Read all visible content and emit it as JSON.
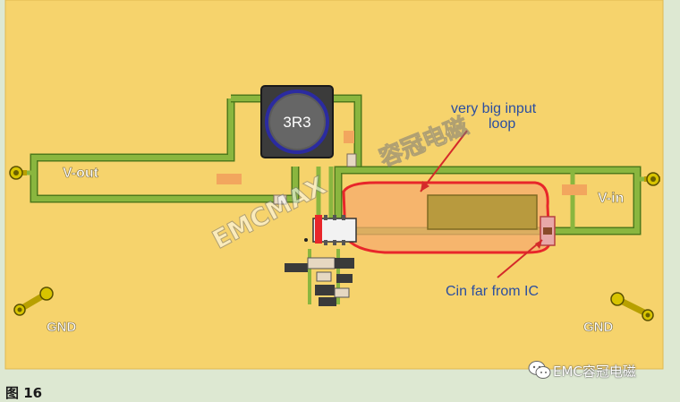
{
  "figure_caption": "图 16",
  "labels": {
    "inductor": "3R3",
    "v_out": "V-out",
    "v_in": "V-in",
    "gnd_left": "GND",
    "gnd_right": "GND",
    "annotation_loop_line1": "very big  input",
    "annotation_loop_line2": "loop",
    "annotation_cin": "Cin far from IC"
  },
  "overlay_watermark": {
    "brand_en": "EMCMAX",
    "brand_cn": "容冠电磁",
    "account": "EMC容冠电磁"
  },
  "colors": {
    "board": "#f6d36c",
    "trace": "#8ab63f",
    "trace_edge": "#4d7a1c",
    "cap_pad": "#f2a65e",
    "loop_outline": "#e8262a",
    "loop_fill": "#f6ab6e",
    "annotation": "#2b4ea0",
    "arrow": "#d42a2a"
  },
  "icons": [
    "wechat-icon"
  ]
}
